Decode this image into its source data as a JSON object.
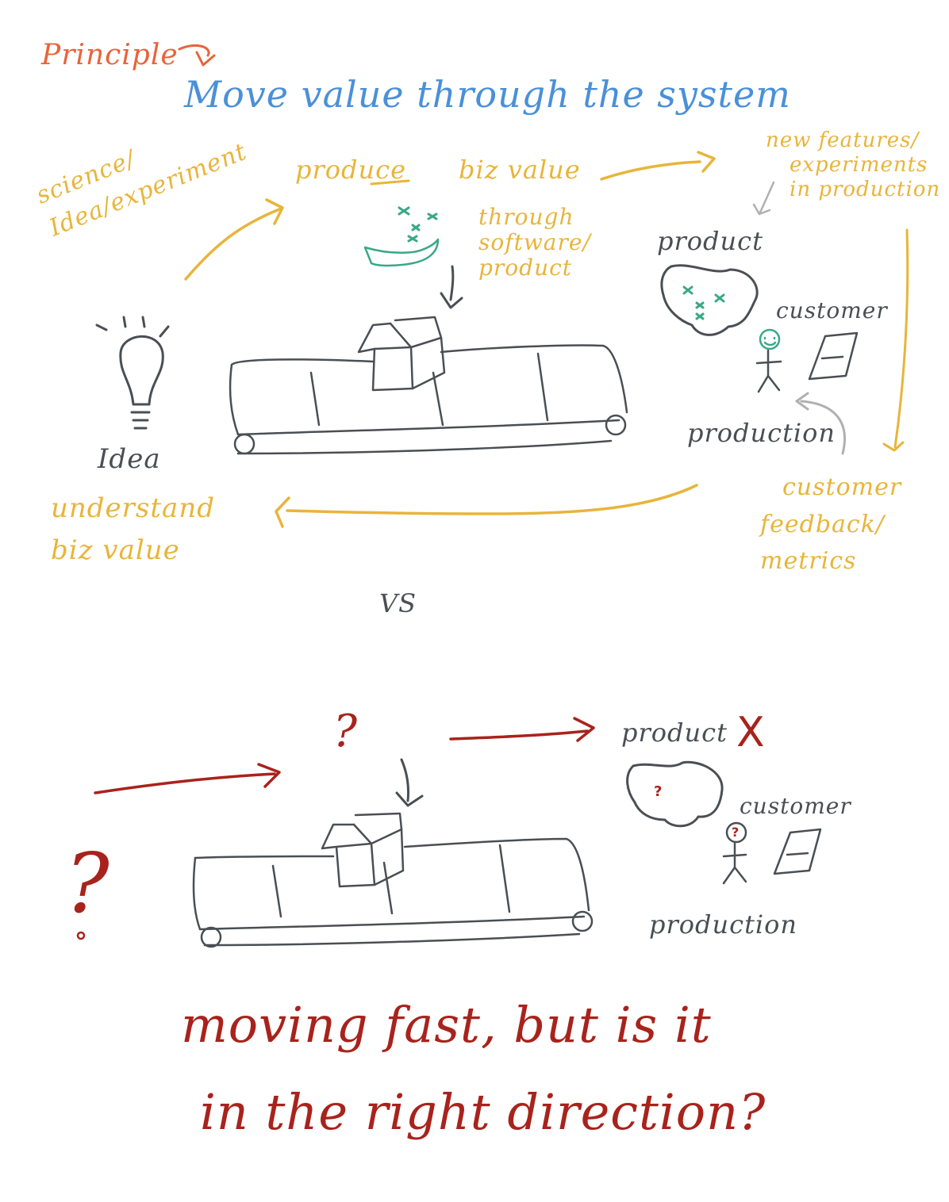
{
  "principle": "Principle",
  "title": "Move value through the system",
  "top_flow": {
    "science": "science/",
    "idea_experiment": "Idea/experiment",
    "produce": "produce",
    "biz_value": "biz value",
    "through": [
      "through",
      "software/",
      "product"
    ],
    "new_features": [
      "new features/",
      "experiments",
      "in production"
    ],
    "product": "product",
    "customer": "customer",
    "production": "production",
    "idea": "Idea",
    "understand": [
      "understand",
      "biz value"
    ],
    "feedback": [
      "customer",
      "feedback/",
      "metrics"
    ]
  },
  "vs": "VS",
  "bottom_flow": {
    "question": "?",
    "product": "product",
    "x_mark": "X",
    "customer": "customer",
    "production": "production",
    "left_question": "?",
    "caption_line1": "moving fast, but is it",
    "caption_line2": "in the right direction?"
  },
  "colors": {
    "orange": "#e8643a",
    "blue": "#4a90d9",
    "yellow": "#e8b53a",
    "gray": "#4a4f54",
    "green": "#3aa886",
    "red": "#a8231c",
    "light_gray": "#b0b0b0"
  }
}
